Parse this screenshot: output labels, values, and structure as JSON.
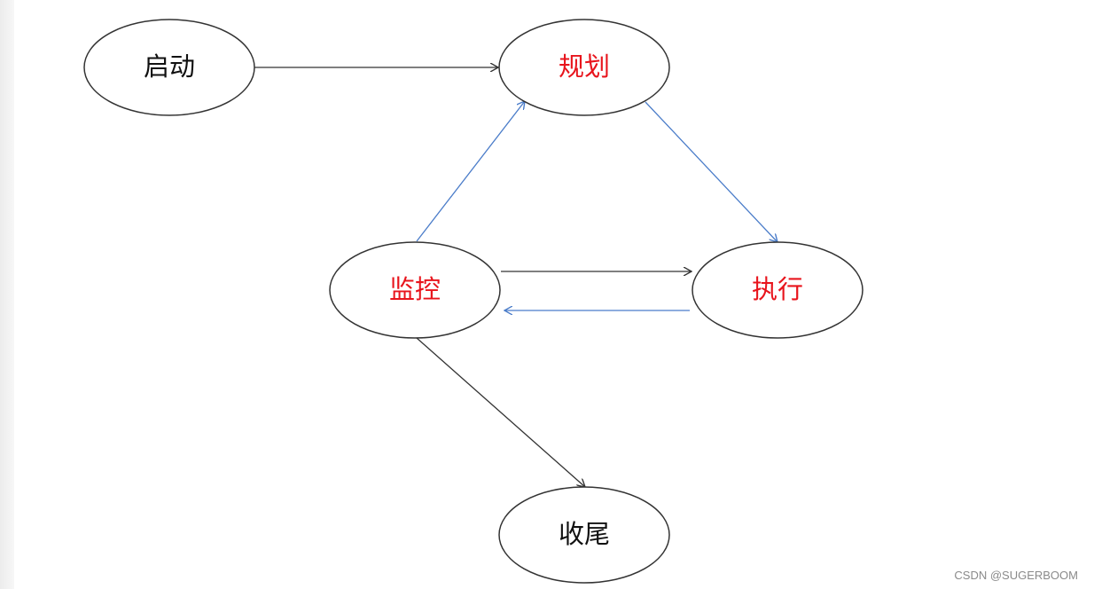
{
  "nodes": {
    "start": {
      "label": "启动",
      "color": "#111111"
    },
    "plan": {
      "label": "规划",
      "color": "#e8141c"
    },
    "monitor": {
      "label": "监控",
      "color": "#e8141c"
    },
    "execute": {
      "label": "执行",
      "color": "#e8141c"
    },
    "close": {
      "label": "收尾",
      "color": "#111111"
    }
  },
  "edges": [
    {
      "from": "start",
      "to": "plan",
      "color": "#333333"
    },
    {
      "from": "monitor",
      "to": "plan",
      "color": "#4a7cc9"
    },
    {
      "from": "plan",
      "to": "execute",
      "color": "#4a7cc9"
    },
    {
      "from": "monitor",
      "to": "execute",
      "color": "#333333"
    },
    {
      "from": "execute",
      "to": "monitor",
      "color": "#4a7cc9"
    },
    {
      "from": "monitor",
      "to": "close",
      "color": "#333333"
    }
  ],
  "watermark": "CSDN @SUGERBOOM"
}
